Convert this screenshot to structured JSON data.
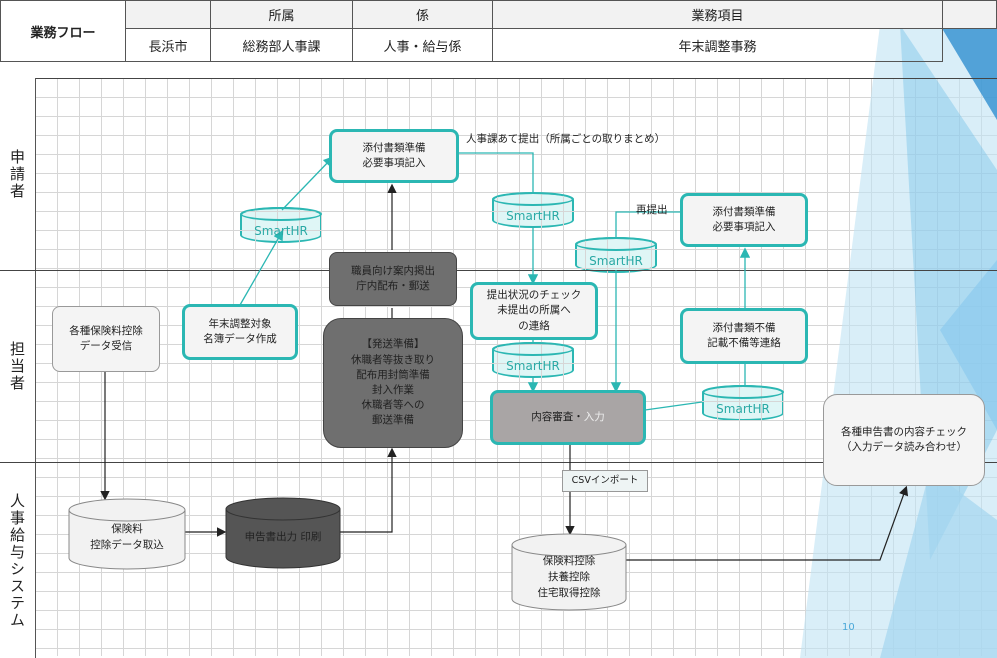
{
  "header": {
    "flow_label": "業務フロー",
    "col_headers": [
      "",
      "所属",
      "係",
      "業務項目",
      ""
    ],
    "values": [
      "長浜市",
      "総務部人事課",
      "人事・給与係",
      "年末調整事務"
    ]
  },
  "lanes": [
    "申請者",
    "担当者",
    "人事給与システム"
  ],
  "nodes": {
    "attach1": "添付書類準備\n必要事項記入",
    "smarthr": "SmartHR",
    "note_submit": "人事課あて提出（所属ごとの取りまとめ）",
    "note_resubmit": "再提出",
    "attach2": "添付書類準備\n必要事項記入",
    "guide": "職員向け案内掲出\n庁内配布・郵送",
    "insurance_recv": "各種保険料控除\nデータ受信",
    "list_create": "年末調整対象\n名簿データ作成",
    "mail_prep": "【発送準備】\n休職者等抜き取り\n配布用封筒準備\n封入作業\n休職者等への\n郵送準備",
    "status_check": "提出状況のチェック\n未提出の所属へ\nの連絡",
    "defect": "添付書類不備\n記載不備等連絡",
    "review": "内容審査・",
    "review_input": "入力",
    "final_check": "各種申告書の内容チェック\n（入力データ読み合わせ）",
    "csv": "CSVインポート",
    "ins_import": "保険料\n控除データ取込",
    "print": "申告書出力 印刷",
    "deductions": "保険料控除\n扶養控除\n住宅取得控除"
  },
  "page_number": "10",
  "colors": {
    "teal": "#2bb7b3",
    "dark": "#6f6f6f",
    "accent_blue": "#3aa0d8"
  }
}
